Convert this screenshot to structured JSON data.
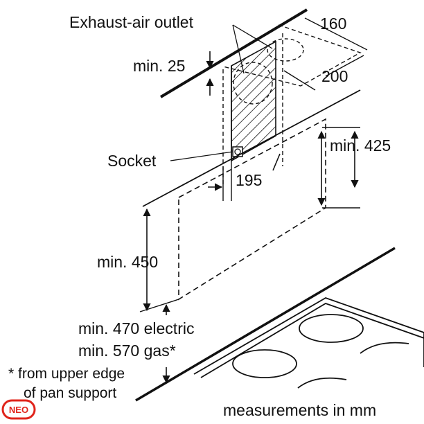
{
  "labels": {
    "exhaust": "Exhaust-air outlet",
    "dim_160": "160",
    "dim_200": "200",
    "min_25": "min. 25",
    "min_425": "min. 425",
    "socket": "Socket",
    "dim_195": "195",
    "min_450": "min. 450",
    "min_470": "min. 470 electric",
    "min_570": "min. 570 gas*",
    "foot_1": "* from upper edge",
    "foot_2": "of pan support",
    "units": "measurements in mm"
  },
  "logo_text": "NEO",
  "colors": {
    "line": "#111111",
    "logo": "#e0241b"
  }
}
